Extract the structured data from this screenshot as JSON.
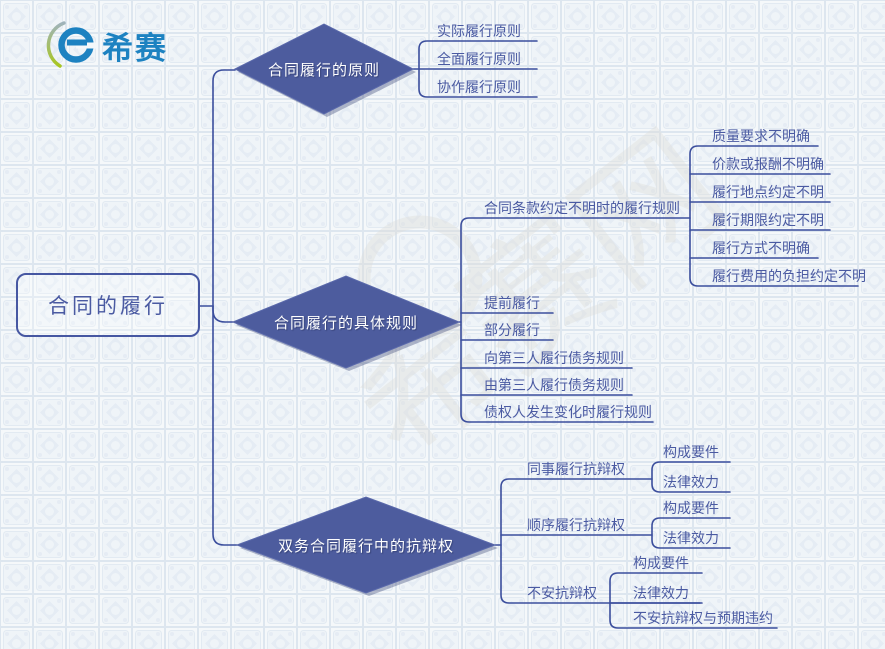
{
  "logo": {
    "text": "希赛"
  },
  "watermark": "希赛网",
  "root": {
    "label": "合同的履行"
  },
  "colors": {
    "diamond_fill": "#4d5c9e",
    "line": "#3b4e9d",
    "label_text": "#4a5aa2",
    "logo_blue": "#1d82c1",
    "logo_green": "#a8c620"
  },
  "branches": [
    {
      "label": "合同履行的原则",
      "children": [
        "实际履行原则",
        "全面履行原则",
        "协作履行原则"
      ]
    },
    {
      "label": "合同履行的具体规则",
      "children": [
        {
          "label": "合同条款约定不明时的履行规则",
          "children": [
            "质量要求不明确",
            "价款或报酬不明确",
            "履行地点约定不明",
            "履行期限约定不明",
            "履行方式不明确",
            "履行费用的负担约定不明"
          ]
        },
        {
          "label": "提前履行"
        },
        {
          "label": "部分履行"
        },
        {
          "label": "向第三人履行债务规则"
        },
        {
          "label": "由第三人履行债务规则"
        },
        {
          "label": "债权人发生变化时履行规则"
        }
      ]
    },
    {
      "label": "双务合同履行中的抗辩权",
      "children": [
        {
          "label": "同事履行抗辩权",
          "children": [
            "构成要件",
            "法律效力"
          ]
        },
        {
          "label": "顺序履行抗辩权",
          "children": [
            "构成要件",
            "法律效力"
          ]
        },
        {
          "label": "不安抗辩权",
          "children": [
            "构成要件",
            "法律效力",
            "不安抗辩权与预期违约"
          ]
        }
      ]
    }
  ]
}
